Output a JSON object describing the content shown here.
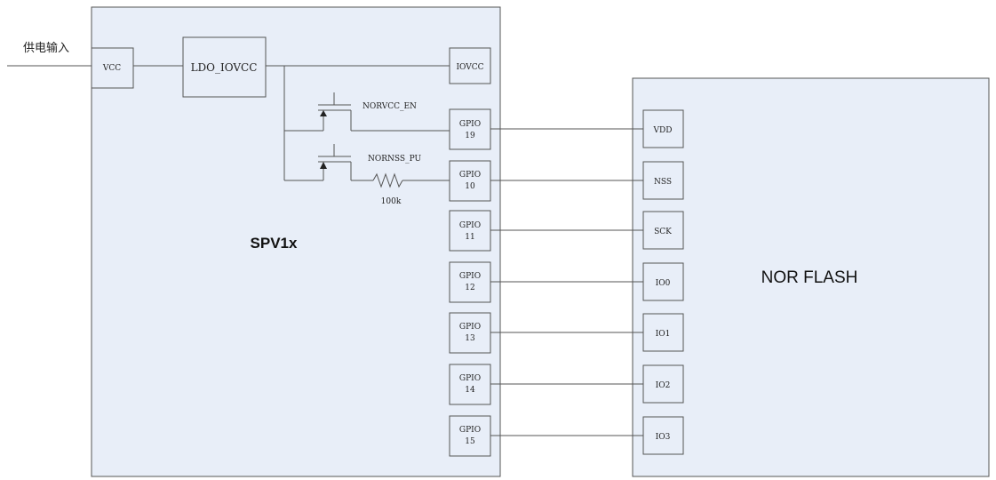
{
  "colors": {
    "chip_fill": "#e8eef8",
    "line": "#555555",
    "text": "#222222"
  },
  "power_input_label": "供电输入",
  "spv": {
    "name": "SPV1x",
    "vcc_label": "VCC",
    "ldo_label": "LDO_IOVCC",
    "iovcc_label": "IOVCC",
    "transistor_top_label": "NORVCC_EN",
    "transistor_bottom_label": "NORNSS_PU",
    "resistor_label": "100k",
    "gpio": [
      {
        "l1": "GPIO",
        "l2": "19"
      },
      {
        "l1": "GPIO",
        "l2": "10"
      },
      {
        "l1": "GPIO",
        "l2": "11"
      },
      {
        "l1": "GPIO",
        "l2": "12"
      },
      {
        "l1": "GPIO",
        "l2": "13"
      },
      {
        "l1": "GPIO",
        "l2": "14"
      },
      {
        "l1": "GPIO",
        "l2": "15"
      }
    ]
  },
  "flash": {
    "name": "NOR FLASH",
    "pins": [
      "VDD",
      "NSS",
      "SCK",
      "IO0",
      "IO1",
      "IO2",
      "IO3"
    ]
  }
}
